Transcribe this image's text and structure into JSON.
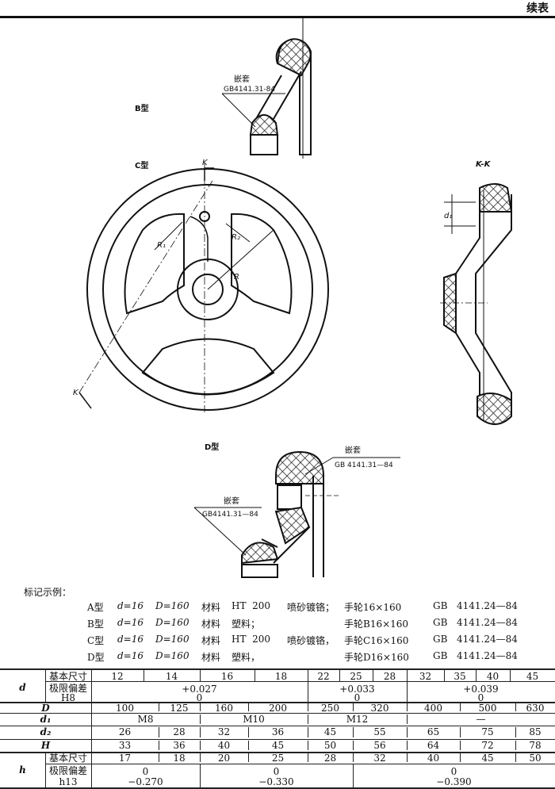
{
  "header": {
    "continued": "续表"
  },
  "drawings": {
    "b_type": "B型",
    "c_type": "C型",
    "d_type": "D型",
    "section": "K-K",
    "k_mark": "K",
    "r_label": "R",
    "r1_label": "R₁",
    "r2_label": "R₂",
    "d1_label": "d₁",
    "insert_label": "嵌套",
    "insert_std_b": "GB4141.31-84",
    "insert_std_d_top": "GB 4141.31—84",
    "insert_std_d_bottom": "GB4141.31—84"
  },
  "example": {
    "title": "标记示例：",
    "lines": [
      [
        "A型",
        "d=16",
        "D=160",
        "材料",
        "HT  200",
        "喷砂镀铬；",
        "手轮16×160",
        "GB",
        "4141.24—84"
      ],
      [
        "B型",
        "d=16",
        "D=160",
        "材料",
        "塑料；",
        "",
        "手轮B16×160",
        "GB",
        "4141.24—84"
      ],
      [
        "C型",
        "d=16",
        "D=160",
        "材料",
        "HT  200",
        "喷砂镀铬，",
        "手轮C16×160",
        "GB",
        "4141.24—84"
      ],
      [
        "D型",
        "d=16",
        "D=160",
        "材料",
        "塑料，",
        "",
        "手轮D16×160",
        "GB",
        "4141.24—84"
      ]
    ]
  },
  "table": {
    "row_labels": {
      "d": "d",
      "D": "D",
      "d1": "d₁",
      "d2": "d₂",
      "H": "H",
      "h": "h"
    },
    "sub_labels": {
      "basic": "基本尺寸",
      "tol": "极限偏差",
      "h8": "H8",
      "h13": "h13"
    },
    "d_basic": [
      "12",
      "14",
      "16",
      "18",
      "22",
      "25",
      "28",
      "32",
      "35",
      "40",
      "45"
    ],
    "d_tol": [
      [
        "+0.027",
        "0"
      ],
      [
        "+0.033",
        "0"
      ],
      [
        "+0.039",
        "0"
      ]
    ],
    "D": [
      "100",
      "125",
      "160",
      "200",
      "250",
      "320",
      "400",
      "500",
      "630"
    ],
    "d1": [
      "M8",
      "M10",
      "M12",
      "—"
    ],
    "d2": [
      "26",
      "28",
      "32",
      "36",
      "45",
      "55",
      "65",
      "75",
      "85"
    ],
    "H": [
      "33",
      "36",
      "40",
      "45",
      "50",
      "56",
      "64",
      "72",
      "78"
    ],
    "h_basic": [
      "17",
      "18",
      "20",
      "25",
      "28",
      "32",
      "40",
      "45",
      "50"
    ],
    "h_tol": [
      [
        "0",
        "−0.270"
      ],
      [
        "0",
        "−0.330"
      ],
      [
        "0",
        "−0.390"
      ]
    ]
  }
}
